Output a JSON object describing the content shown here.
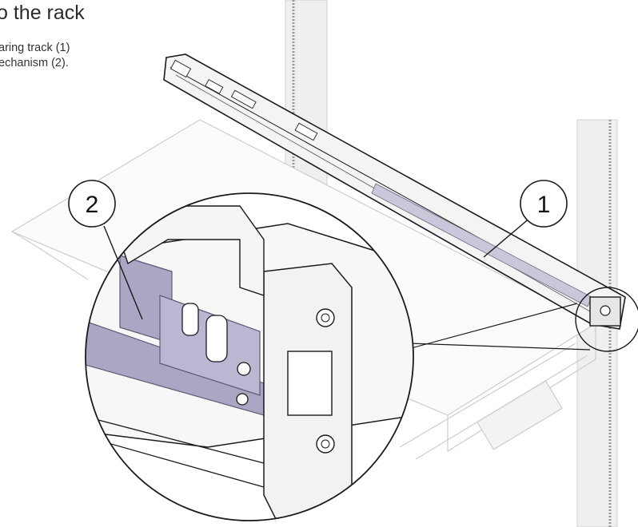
{
  "heading": {
    "title": "o the rack",
    "line1": "aring track (1)",
    "line2": "echanism (2)."
  },
  "callouts": [
    {
      "label": "1"
    },
    {
      "label": "2"
    }
  ],
  "colors": {
    "line": "#1a1a1a",
    "light_line": "#c8c8c8",
    "post_fill": "#eeeeee",
    "track_fill": "#f4f4f4",
    "mechanism_fill": "#a9a7c4",
    "mechanism_dark": "#8d8aa8"
  }
}
